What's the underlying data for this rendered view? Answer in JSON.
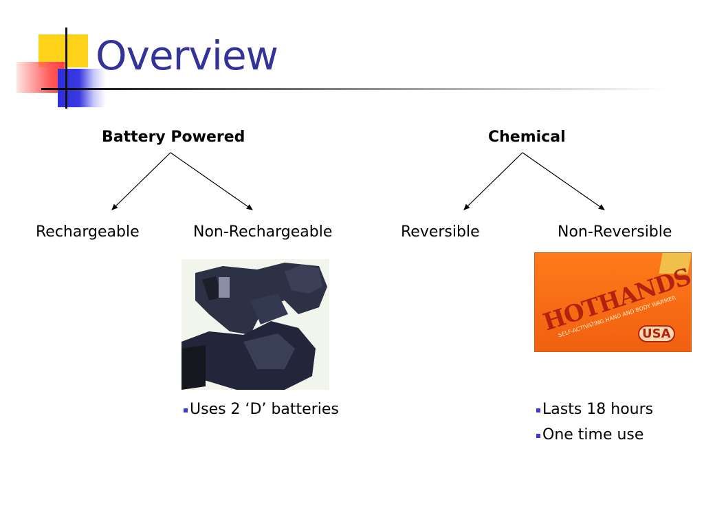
{
  "title": "Overview",
  "branches": {
    "left": {
      "heading": "Battery Powered",
      "children": [
        "Rechargeable",
        "Non-Rechargeable"
      ],
      "notes": [
        "Uses 2 ‘D’ batteries"
      ]
    },
    "right": {
      "heading": "Chemical",
      "children": [
        "Reversible",
        "Non-Reversible"
      ],
      "notes": [
        "Lasts 18 hours",
        "One time use"
      ]
    }
  },
  "images": {
    "gloves": "heated-gloves-photo",
    "warmer": {
      "name": "hand-warmer-package-photo",
      "brand_text": "HOTHANDS",
      "tagline": "SELF-ACTIVATING HAND AND BODY WARMER",
      "badge_text": "USA"
    }
  },
  "colors": {
    "title": "#333399",
    "accent_yellow": "#ffd21a",
    "accent_red": "#ff4040",
    "accent_blue": "#3a3ae0"
  }
}
